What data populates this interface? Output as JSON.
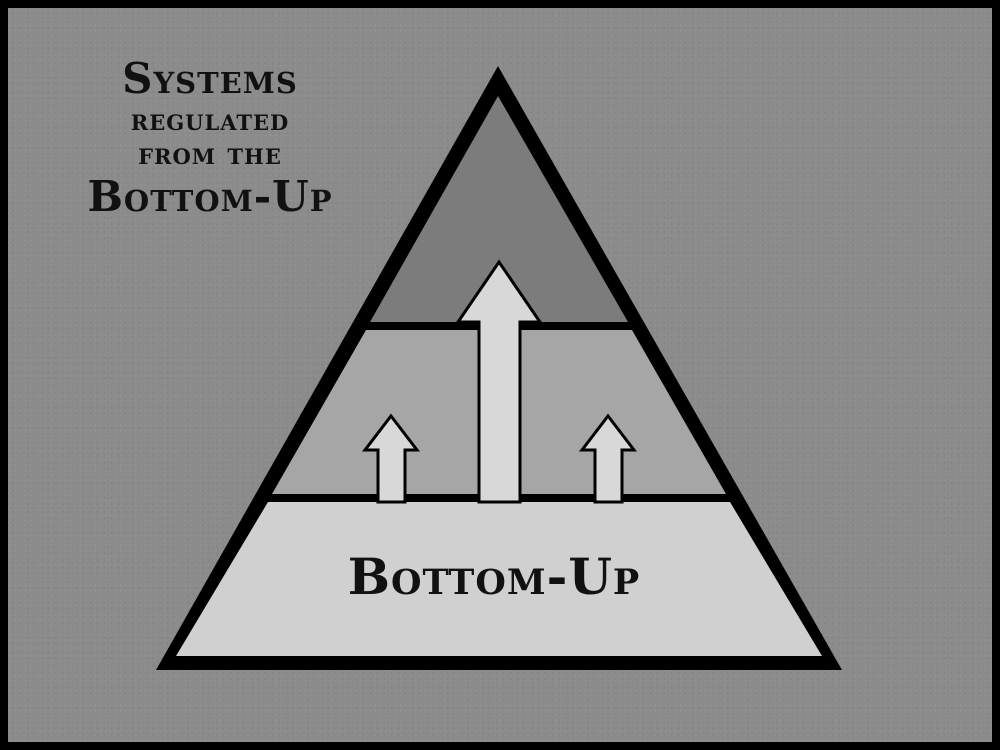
{
  "title": {
    "line1": "Systems",
    "line2": "regulated",
    "line3": "from the",
    "line4": "Bottom-Up"
  },
  "pyramid": {
    "base_label": "Bottom-Up",
    "tiers": [
      "top",
      "middle",
      "base"
    ],
    "colors": {
      "background": "#8b8b8b",
      "top_tier": "#7c7c7c",
      "middle_tier": "#a6a6a6",
      "base_tier": "#d0d0d0",
      "arrow_fill": "#d8d8d8",
      "outline": "#000000"
    }
  },
  "arrows": [
    {
      "name": "left-small-arrow",
      "direction": "up"
    },
    {
      "name": "center-large-arrow",
      "direction": "up"
    },
    {
      "name": "right-small-arrow",
      "direction": "up"
    }
  ]
}
